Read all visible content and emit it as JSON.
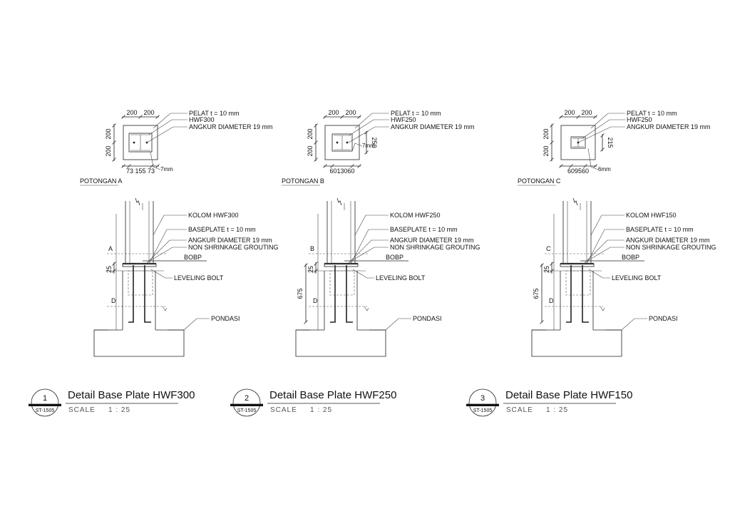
{
  "details": [
    {
      "id": "detail-1",
      "section_label": "POTONGAN A",
      "plan_labels": [
        "PELAT t = 10 mm",
        "HWF300",
        "ANGKUR DIAMETER 19 mm"
      ],
      "plan_dims": {
        "top": [
          "200",
          "200"
        ],
        "left": [
          "200",
          "200"
        ],
        "bottom": "73 155 73",
        "right": "",
        "weld": "7mm"
      },
      "elev_labels": [
        "KOLOM HWF300",
        "BASEPLATE t = 10 mm",
        "ANGKUR DIAMETER 19 mm",
        "NON SHRINKAGE GROUTING",
        "BOBP",
        "LEVELING BOLT",
        "PONDASI"
      ],
      "cut_top": "A",
      "cut_bottom": "D",
      "dim_small": "25",
      "dim_large": "",
      "bubble_number": "1",
      "bubble_sheet": "ST-1505",
      "title": "Detail Base Plate HWF300",
      "scale_label": "SCALE",
      "scale_value": "1  :  25"
    },
    {
      "id": "detail-2",
      "section_label": "POTONGAN B",
      "plan_labels": [
        "PELAT t = 10 mm",
        "HWF250",
        "ANGKUR DIAMETER 19 mm"
      ],
      "plan_dims": {
        "top": [
          "200",
          "200"
        ],
        "left": [
          "200",
          "200"
        ],
        "bottom": "6013060",
        "right": "250",
        "weld": "7mm"
      },
      "elev_labels": [
        "KOLOM HWF250",
        "BASEPLATE t = 10 mm",
        "ANGKUR DIAMETER 19 mm",
        "NON SHRINKAGE GROUTING",
        "BOBP",
        "LEVELING BOLT",
        "PONDASI"
      ],
      "cut_top": "B",
      "cut_bottom": "D",
      "dim_small": "25",
      "dim_large": "675",
      "bubble_number": "2",
      "bubble_sheet": "ST-1505",
      "title": "Detail Base Plate HWF250",
      "scale_label": "SCALE",
      "scale_value": "1  :  25"
    },
    {
      "id": "detail-3",
      "section_label": "POTONGAN C",
      "plan_labels": [
        "PELAT t = 10 mm",
        "HWF250",
        "ANGKUR DIAMETER 19 mm"
      ],
      "plan_dims": {
        "top": [
          "200",
          "200"
        ],
        "left": [
          "200",
          "200"
        ],
        "bottom": "609560",
        "right": "215",
        "weld": "6mm"
      },
      "elev_labels": [
        "KOLOM HWF150",
        "BASEPLATE t = 10 mm",
        "ANGKUR DIAMETER 19 mm",
        "NON SHRINKAGE GROUTING",
        "BOBP",
        "LEVELING BOLT",
        "PONDASI"
      ],
      "cut_top": "C",
      "cut_bottom": "D",
      "dim_small": "25",
      "dim_large": "675",
      "bubble_number": "3",
      "bubble_sheet": "ST-1505",
      "title": "Detail Base Plate HWF150",
      "scale_label": "SCALE",
      "scale_value": "1  :  25"
    }
  ]
}
